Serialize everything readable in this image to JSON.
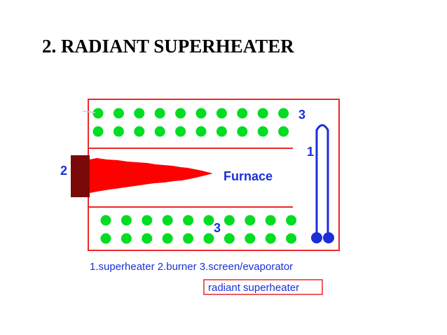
{
  "slide": {
    "title": "2. RADIANT SUPERHEATER"
  },
  "diagram": {
    "labels": {
      "screen_top": "3",
      "superheater": "1",
      "burner": "2",
      "furnace": "Furnace",
      "screen_bottom": "3"
    },
    "legend": "1.superheater 2.burner 3.screen/evaporator",
    "caption": "radiant superheater",
    "colors": {
      "boiler_outline": "#e8292a",
      "tube_dots": "#00dd22",
      "flame": "#ff0000",
      "burner_block": "#7a0a0a",
      "superheater_tube": "#1a2fd8",
      "label_blue": "#1a2fd8"
    },
    "tube_rows": [
      {
        "row": "top-1",
        "count": 10
      },
      {
        "row": "top-2",
        "count": 10
      },
      {
        "row": "bottom-1",
        "count": 10
      },
      {
        "row": "bottom-2",
        "count": 10
      }
    ]
  }
}
